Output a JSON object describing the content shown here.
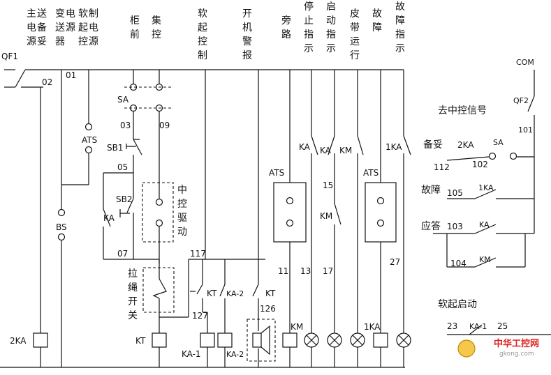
{
  "column_headers": [
    {
      "id": "main-supply",
      "text": "主电源送备妥"
    },
    {
      "id": "transmitter-supply",
      "text": "变送器电源"
    },
    {
      "id": "softstart-supply",
      "text": "软起控制电源"
    },
    {
      "id": "local",
      "text": "柜前"
    },
    {
      "id": "central",
      "text": "集控"
    },
    {
      "id": "softstart-control",
      "text": "软起控制"
    },
    {
      "id": "start-alarm",
      "text": "开机警报"
    },
    {
      "id": "bypass",
      "text": "旁路"
    },
    {
      "id": "stop-indicator",
      "text": "停止指示"
    },
    {
      "id": "start-indicator",
      "text": "启动指示"
    },
    {
      "id": "belt-running",
      "text": "皮带运行"
    },
    {
      "id": "fault",
      "text": "故障"
    },
    {
      "id": "fault-indicator",
      "text": "故障指示"
    }
  ],
  "labels": {
    "qf1": "QF1",
    "wire_02": "02",
    "wire_01": "01",
    "ats": "ATS",
    "bs": "BS",
    "ka2_coil": "2KA",
    "sa": "SA",
    "wire_03": "03",
    "wire_09": "09",
    "sb1": "SB1",
    "wire_05": "05",
    "sb2": "SB2",
    "ka": "KA",
    "wire_07": "07",
    "central_drive": "中控驱动",
    "pull_cord": "拉绳开关",
    "kt": "KT",
    "wire_117": "117",
    "wire_127": "127",
    "ka_2": "KA-2",
    "wire_126": "126",
    "ka_1": "KA-1",
    "km": "KM",
    "wire_15": "15",
    "wire_11": "11",
    "wire_13": "13",
    "wire_17": "17",
    "wire_27": "27",
    "ka1": "1KA",
    "com": "COM",
    "qf2": "QF2",
    "to_central_signal": "去中控信号",
    "wire_101": "101",
    "ready": "备妥",
    "wire_112": "112",
    "wire_102": "102",
    "fault_label": "故障",
    "wire_105": "105",
    "response": "应答",
    "wire_103": "103",
    "wire_104": "104",
    "softstart_start": "软起启动",
    "wire_23": "23",
    "wire_25": "25"
  },
  "watermark": {
    "brand": "中华工控网",
    "url": "gkong.com"
  }
}
